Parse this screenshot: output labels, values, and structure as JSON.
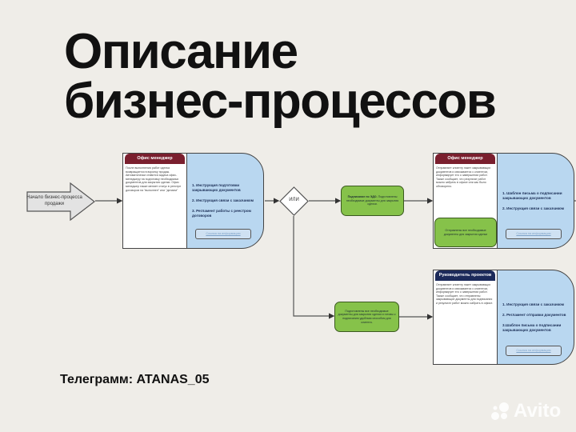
{
  "title": {
    "line1": "Описание",
    "line2": "бизнес-процессов"
  },
  "start": {
    "label": "Начало бизнес-процесса продажи"
  },
  "decision": {
    "label": "ИЛИ"
  },
  "card1": {
    "header": "Офис менеджер",
    "header_color": "#7a1f2e",
    "description": "После выполнения работ сделка возвращается в воронку продаж. Автоматически ставится задача офис-менеджеру на подготовку необходимых документов для закрытия сделки. Офис менеджер также меняет статус в реестре договоров на \"выполнен\" или \"делаем\"",
    "items": [
      "1. Инструкция подготовки закрывающих документов",
      "2. Инструкция связи с заказчиком",
      "3. Регламент работы с реестром договоров"
    ],
    "link": "Ссылка на информацию"
  },
  "green1": {
    "bold": "Подписание по ЭДО.",
    "text": " Подготовлены необходимые документы для закрытия сделки."
  },
  "green2": {
    "text": "Подготовлены все необходимые документы для закрытия сделки и готовы к подписанию удобным способом для клиента."
  },
  "card2": {
    "header": "Офис менеджер",
    "header_color": "#7a1f2e",
    "description": "Отправляет клиенту пакет закрывающих документов и связывается с клиентом, информирует его о завершении работ. Также сообщает, что результат работ можно забрать в офисе или как было обговорено.",
    "sub_box": "Отправлены все необходимые документы для закрытия сделки",
    "items": [
      "1. Шаблон письма о подписании закрывающих документов",
      "2. Инструкция связи с заказчиком"
    ],
    "link": "Ссылка на информацию"
  },
  "card3": {
    "header": "Руководитель проектов",
    "header_color": "#1c2a5a",
    "description": "Отправляет клиенту пакет закрывающих документов и связывается с клиентом, информирует его о завершении работ. Также сообщает, что отправлены закрывающие документы для подписания и результат работ можно забрать в офисе.",
    "items": [
      "1. Инструкция связи с заказчиком",
      "2. Регламент отправки документов",
      "3.Шаблон письма о подписании закрывающих документов"
    ],
    "link": "Ссылка на информацию"
  },
  "footer": {
    "telegram": "Телеграмм: ATANAS_05",
    "watermark": "Avito"
  },
  "colors": {
    "background": "#efede8",
    "panel_blue": "#b9d7f0",
    "green": "#86c24a"
  }
}
